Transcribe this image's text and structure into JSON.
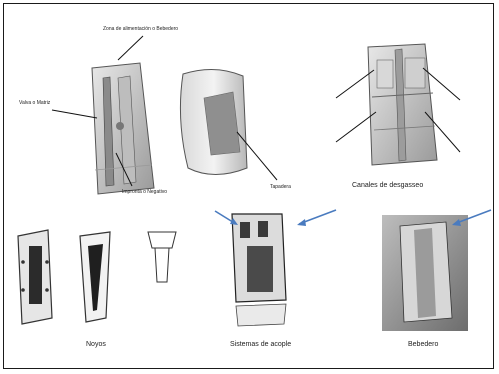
{
  "labels": {
    "zona": "Zona de alimentación o Bebedero",
    "matriz": "Valva o Matriz",
    "impronta": "Impronta o Negativo",
    "tapadera": "Tapadera",
    "canales": "Canales de desgasseo",
    "noyos": "Noyos",
    "sistemas": "Sistemas de acople",
    "bebedero": "Bebedero"
  },
  "colors": {
    "arrow_blue": "#4a7bbf",
    "stone_light": "#cfcfcf",
    "stone_dark": "#7a7a7a"
  }
}
